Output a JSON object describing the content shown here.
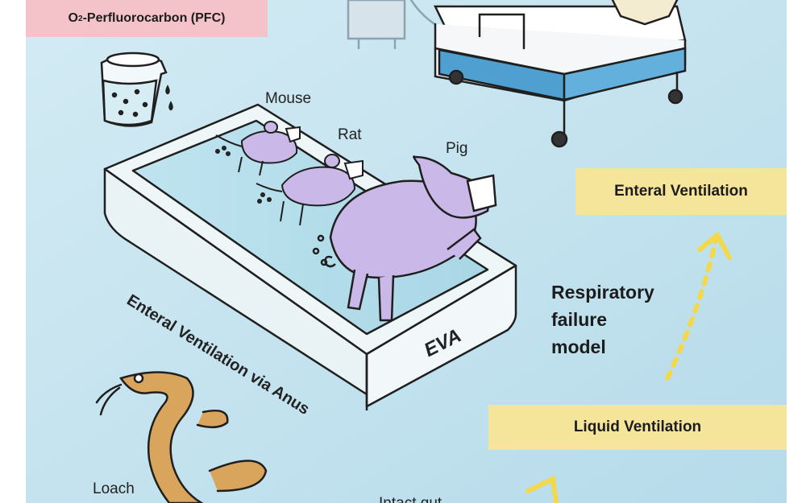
{
  "labels": {
    "pfc_prefix": "O",
    "pfc_subscript": "2",
    "pfc_suffix": "-Perfluorocarbon (PFC)",
    "mouse": "Mouse",
    "rat": "Rat",
    "pig": "Pig",
    "loach": "Loach",
    "tank_side": "Enteral Ventilation via Anus",
    "tank_front": "EVA",
    "enteral_ventilation": "Enteral Ventilation",
    "liquid_ventilation": "Liquid Ventilation",
    "respiratory_lines": [
      "Respiratory",
      "failure",
      "model"
    ],
    "bottom_partial": "Intact gut"
  },
  "colors": {
    "background": "#bfe0ee",
    "pfc_tag": "#f3c3c9",
    "highlight_box": "#f5e59a",
    "animal": "#c9b8e8",
    "arrow": "#f2d84a",
    "loach": "#d9a55c"
  }
}
